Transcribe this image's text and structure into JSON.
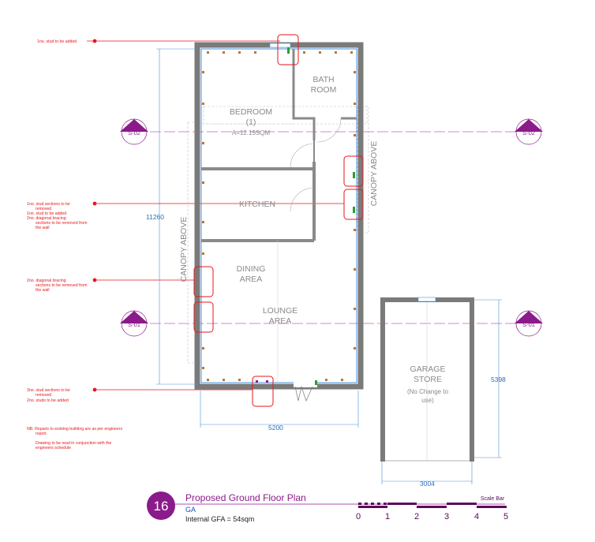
{
  "notes": {
    "n1": "1no. stud to be added",
    "n2": [
      "1no. stud sections to be",
      "removed",
      "1no. stud to be added",
      "2no. diagonal bracing",
      "sections to be removed from",
      "the wall"
    ],
    "n3": [
      "2no. diagonal bracing",
      "sections to be removed from",
      "the wall"
    ],
    "n4": [
      "3no. stud sections to be",
      "removed",
      "2no. studs to be added"
    ],
    "nb": [
      "NB: Repairs to existing building are as per engineers",
      "report.",
      "",
      "Drawing to be read in conjunction with the",
      "engineers schedule"
    ]
  },
  "rooms": {
    "bath": [
      "BATH",
      "ROOM"
    ],
    "bedroom": [
      "BEDROOM",
      "(1)"
    ],
    "bedroom_area": "A=12.15SQM",
    "kitchen": "KITCHEN",
    "dining": [
      "DINING",
      "AREA"
    ],
    "lounge": [
      "LOUNGE",
      "AREA"
    ],
    "canopy_left": "CANOPY ABOVE",
    "canopy_right": "CANOPY ABOVE",
    "garage": [
      "GARAGE",
      "STORE"
    ],
    "garage_note": [
      "(No Change to",
      "use)"
    ]
  },
  "dimensions": {
    "height": "11260",
    "width": "5200",
    "garage_height": "5398",
    "garage_width": "3004"
  },
  "sections": {
    "s1": "S-01",
    "s2": "S-02"
  },
  "title_block": {
    "number": "16",
    "title": "Proposed Ground Floor Plan",
    "code": "GA",
    "gfa": "Internal GFA = 54sqm",
    "scale_label": "Scale Bar",
    "scale_ticks": [
      "0",
      "1",
      "2",
      "3",
      "4",
      "5"
    ]
  },
  "colors": {
    "markup": "#e8161c",
    "section": "#8b1a8b",
    "dimension": "#2b6fb8",
    "wall": "#7a7a7a"
  }
}
